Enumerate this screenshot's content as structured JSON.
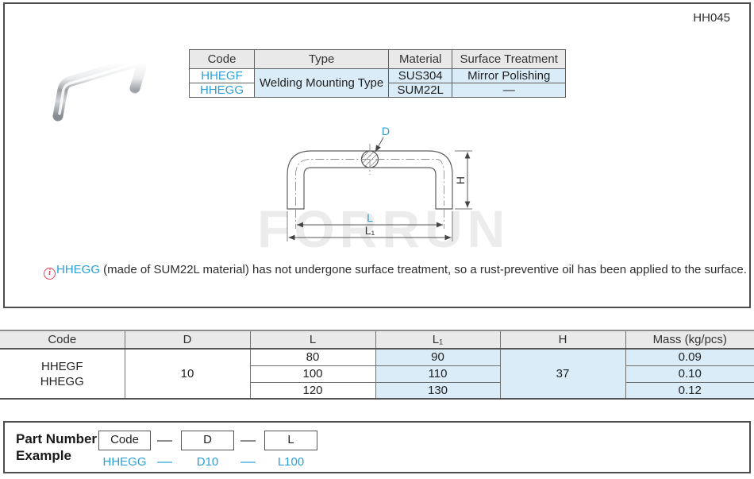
{
  "page": {
    "code_label": "HH045"
  },
  "colors": {
    "accent_blue": "#2b9fd8",
    "light_blue_bg": "#d9ecf8",
    "header_gray_bg": "#e9e9e9",
    "border_dark": "#4d4d4d",
    "note_red": "#e8414f",
    "watermark_gray": "#ececec"
  },
  "spec_table": {
    "headers": [
      "Code",
      "Type",
      "Material",
      "Surface Treatment"
    ],
    "type_value": "Welding Mounting Type",
    "rows": [
      {
        "code": "HHEGF",
        "material": "SUS304",
        "surface": "Mirror Polishing"
      },
      {
        "code": "HHEGG",
        "material": "SUM22L",
        "surface": "—"
      }
    ]
  },
  "diagram": {
    "d_label": "D",
    "h_label": "H",
    "l_label": "L",
    "l1_label": "L₁"
  },
  "watermark": "FORRUN",
  "note": {
    "icon_glyph": "i",
    "code": "HHEGG",
    "text": " (made of SUM22L material) has not undergone surface treatment, so a rust-preventive oil has been applied to the surface."
  },
  "dim_table": {
    "headers": [
      "Code",
      "D",
      "L",
      "L₁",
      "H",
      "Mass (kg/pcs)"
    ],
    "code_lines": [
      "HHEGF",
      "HHEGG"
    ],
    "d_value": "10",
    "h_value": "37",
    "rows": [
      {
        "l": "80",
        "l1": "90",
        "mass": "0.09"
      },
      {
        "l": "100",
        "l1": "110",
        "mass": "0.10"
      },
      {
        "l": "120",
        "l1": "130",
        "mass": "0.12"
      }
    ]
  },
  "part_number": {
    "title_line1": "Part Number",
    "title_line2": "Example",
    "boxes": [
      "Code",
      "D",
      "L"
    ],
    "values": [
      "HHEGG",
      "D10",
      "L100"
    ]
  }
}
